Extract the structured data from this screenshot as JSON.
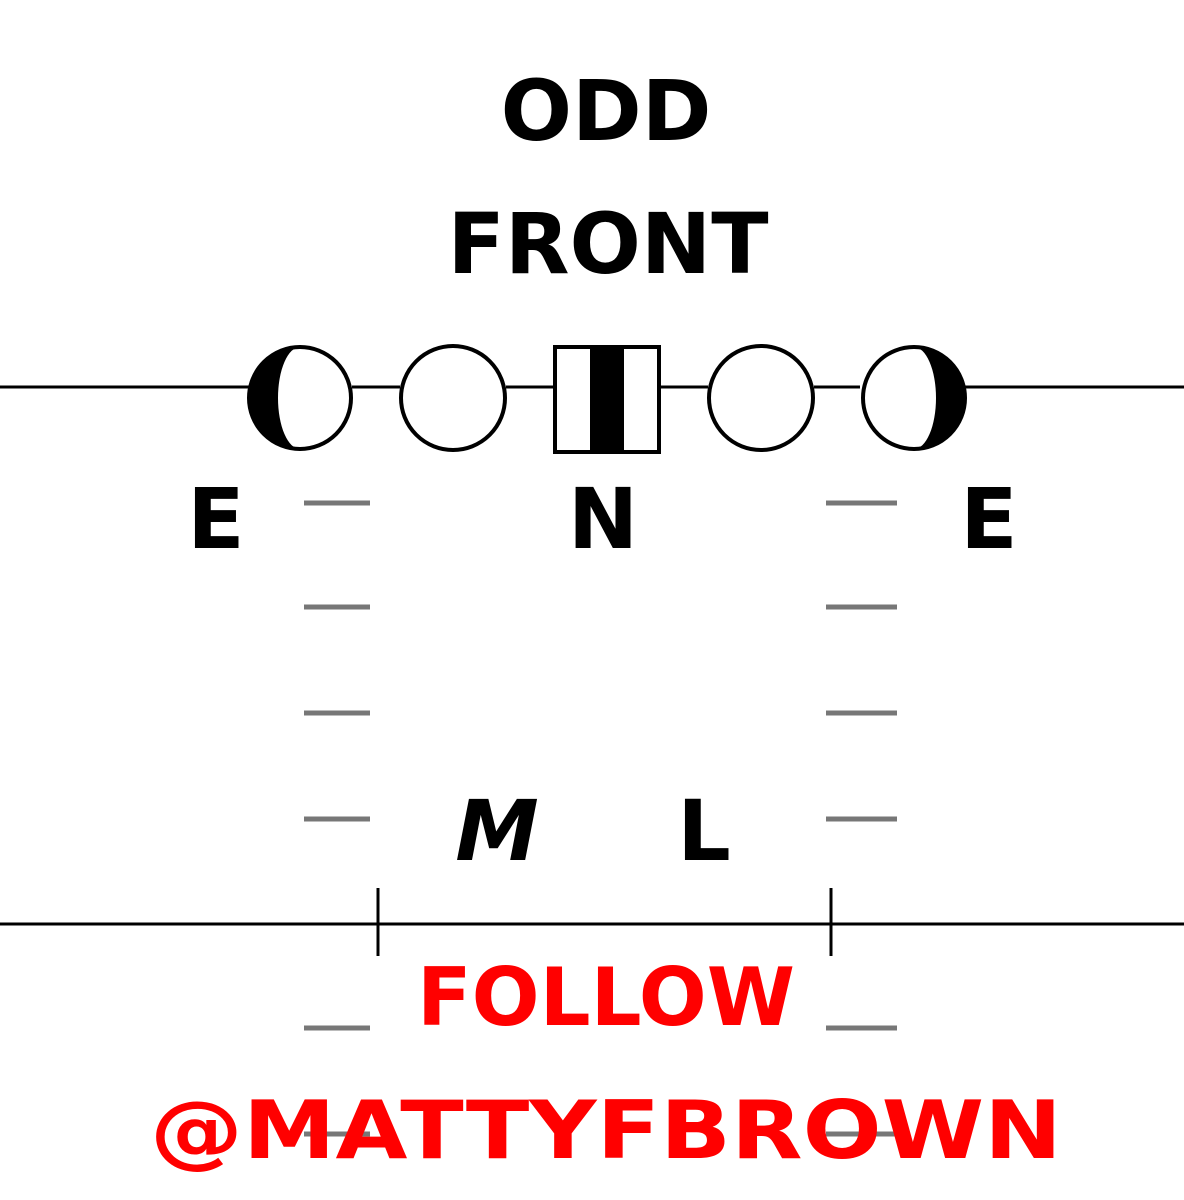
{
  "title": {
    "line1": "ODD",
    "line2": "FRONT"
  },
  "players": {
    "left_end": "E",
    "nose": "N",
    "right_end": "E",
    "mike": "M",
    "lion": "L"
  },
  "promo": {
    "line1": "FOLLOW",
    "line2": "@MATTYFBROWN"
  },
  "colors": {
    "ink": "#000000",
    "hash": "#777777",
    "promo": "#ff0000"
  },
  "icons": {
    "end_marker": "half-filled-circle-icon",
    "tackle_marker": "open-circle-icon",
    "nose_marker": "split-rectangle-icon"
  }
}
